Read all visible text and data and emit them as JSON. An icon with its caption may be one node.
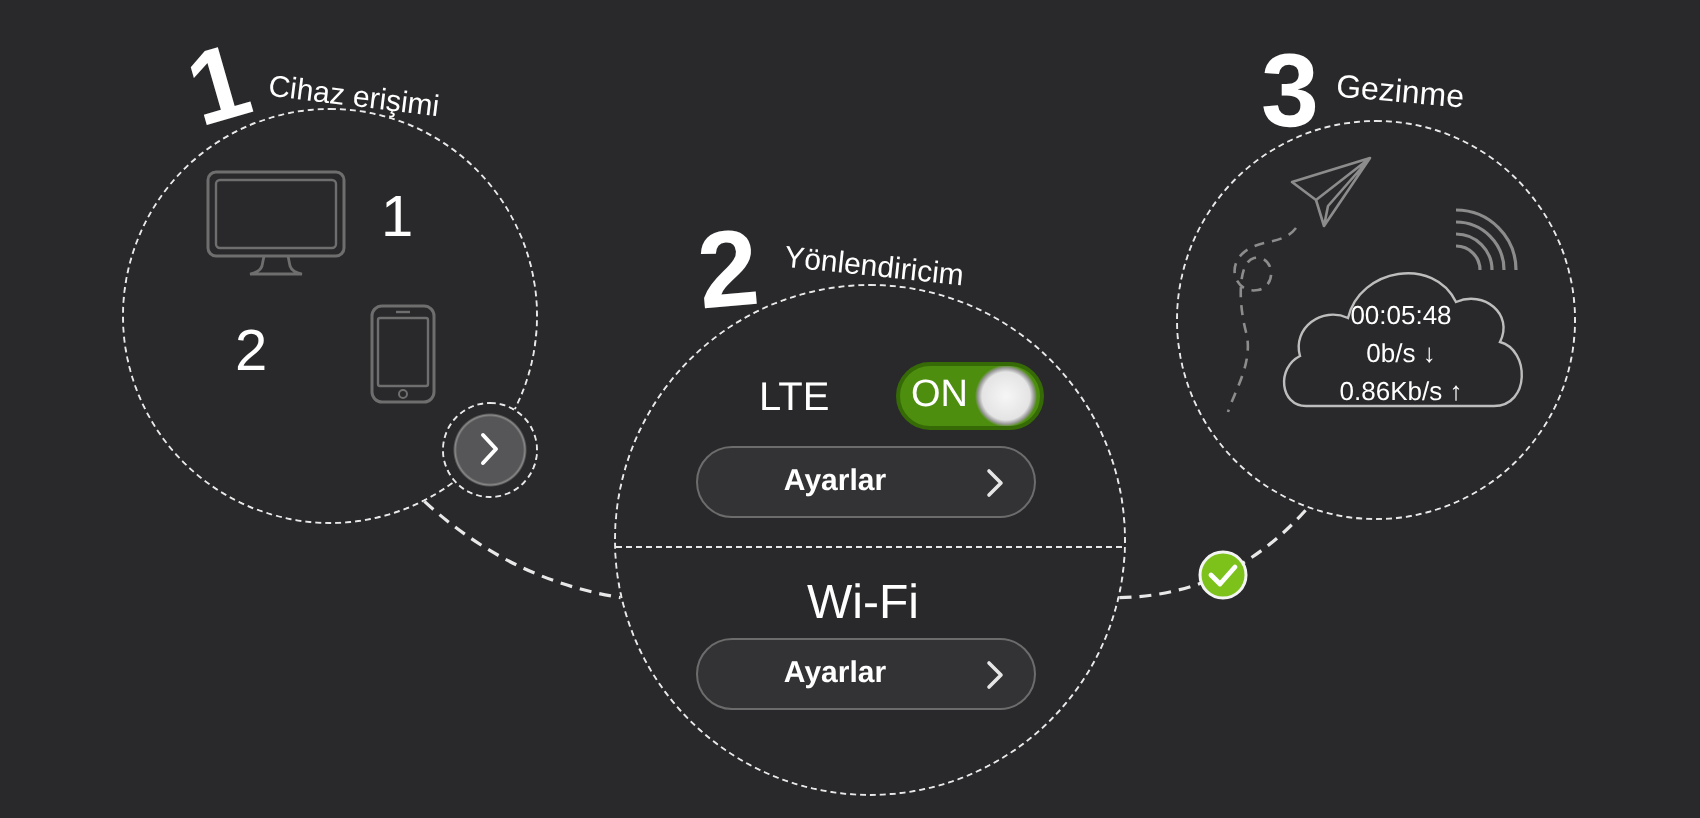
{
  "diagram": {
    "nodes": [
      {
        "text": [
          "1",
          "Cihaz erişimi",
          "1",
          "2"
        ]
      },
      {
        "text": [
          "2",
          "Yönlendiricim",
          "LTE",
          "Wi-Fi"
        ]
      },
      {
        "text": [
          "ON"
        ],
        "in": 1
      },
      {
        "text": [
          "Ayarlar"
        ],
        "in": 1
      },
      {
        "text": [
          "Ayarlar"
        ],
        "in": 1
      },
      {
        "text": [
          "3",
          "Gezinme"
        ]
      },
      {
        "text": [
          "00:05:48",
          "0b/s ↓",
          "0.86Kb/s ↑"
        ],
        "in": 5
      }
    ],
    "edges": [
      {
        "from": 0,
        "to": 1,
        "arrow": "none",
        "style": "dashed"
      },
      {
        "from": 1,
        "to": 5,
        "arrow": "none",
        "style": "dashed"
      }
    ]
  }
}
